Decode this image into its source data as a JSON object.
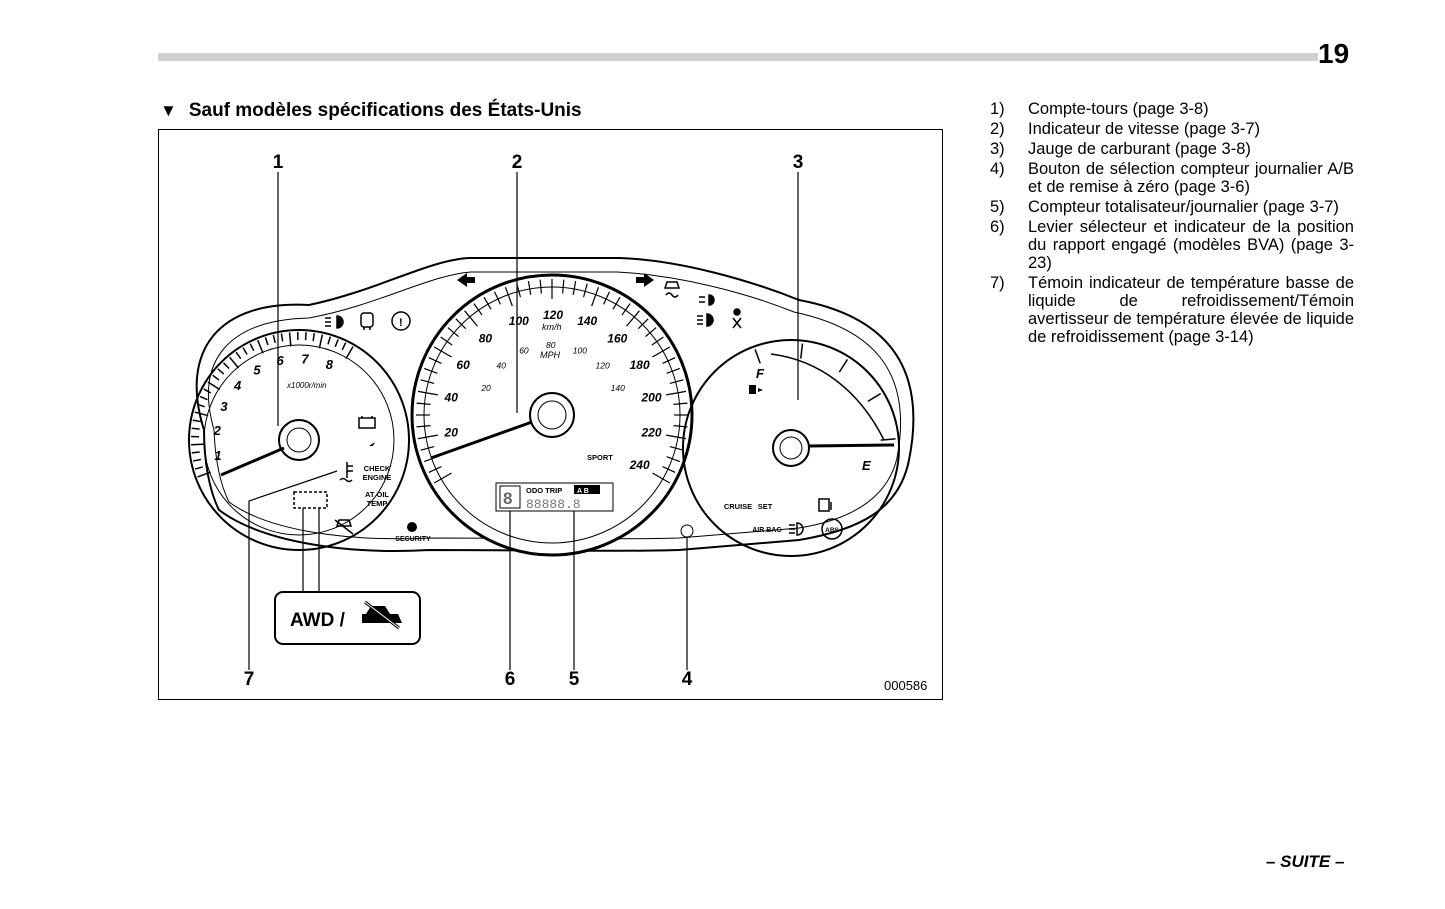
{
  "page_number": "19",
  "section": {
    "marker": "▼",
    "title": "Sauf modèles spécifications des États-Unis"
  },
  "figure": {
    "callouts": [
      "1",
      "2",
      "3",
      "4",
      "5",
      "6",
      "7"
    ],
    "figure_id": "000586",
    "awd_label": "AWD /",
    "tach": {
      "numbers": [
        "1",
        "2",
        "3",
        "4",
        "5",
        "6",
        "7",
        "8"
      ],
      "unit": "x1000r/min"
    },
    "speedo": {
      "kmh_numbers": [
        "20",
        "40",
        "60",
        "80",
        "100",
        "120",
        "140",
        "160",
        "180",
        "200",
        "220",
        "240"
      ],
      "kmh_unit": "km/h",
      "mph_numbers": [
        "20",
        "40",
        "60",
        "80",
        "100",
        "120",
        "140"
      ],
      "mph_unit": "MPH",
      "sport": "SPORT"
    },
    "fuel": {
      "full": "F",
      "empty": "E"
    },
    "lcd": {
      "header": "ODO TRIP",
      "ab": "A B",
      "digits": "88888.8",
      "gear": "8"
    },
    "labels": {
      "check_engine_1": "CHECK",
      "check_engine_2": "ENGINE",
      "at_oil_1": "AT OIL",
      "at_oil_2": "TEMP",
      "security": "SECURITY",
      "cruise": "CRUISE",
      "set": "SET",
      "airbag": "AIR BAG",
      "abs": "ABS"
    }
  },
  "legend": [
    {
      "num": "1)",
      "text": "Compte-tours (page 3-8)"
    },
    {
      "num": "2)",
      "text": "Indicateur de vitesse (page 3-7)"
    },
    {
      "num": "3)",
      "text": "Jauge de carburant (page 3-8)"
    },
    {
      "num": "4)",
      "text": "Bouton de sélection compteur journalier A/B et de remise à zéro (page 3-6)"
    },
    {
      "num": "5)",
      "text": "Compteur totalisateur/journalier (page 3-7)"
    },
    {
      "num": "6)",
      "text": "Levier sélecteur et indicateur de la position du rapport engagé (modèles BVA) (page 3-23)"
    },
    {
      "num": "7)",
      "text": "Témoin indicateur de température basse de liquide de refroidissement/Témoin avertisseur de température élevée de liquide de refroidissement (page 3-14)"
    }
  ],
  "footer": "– SUITE –"
}
